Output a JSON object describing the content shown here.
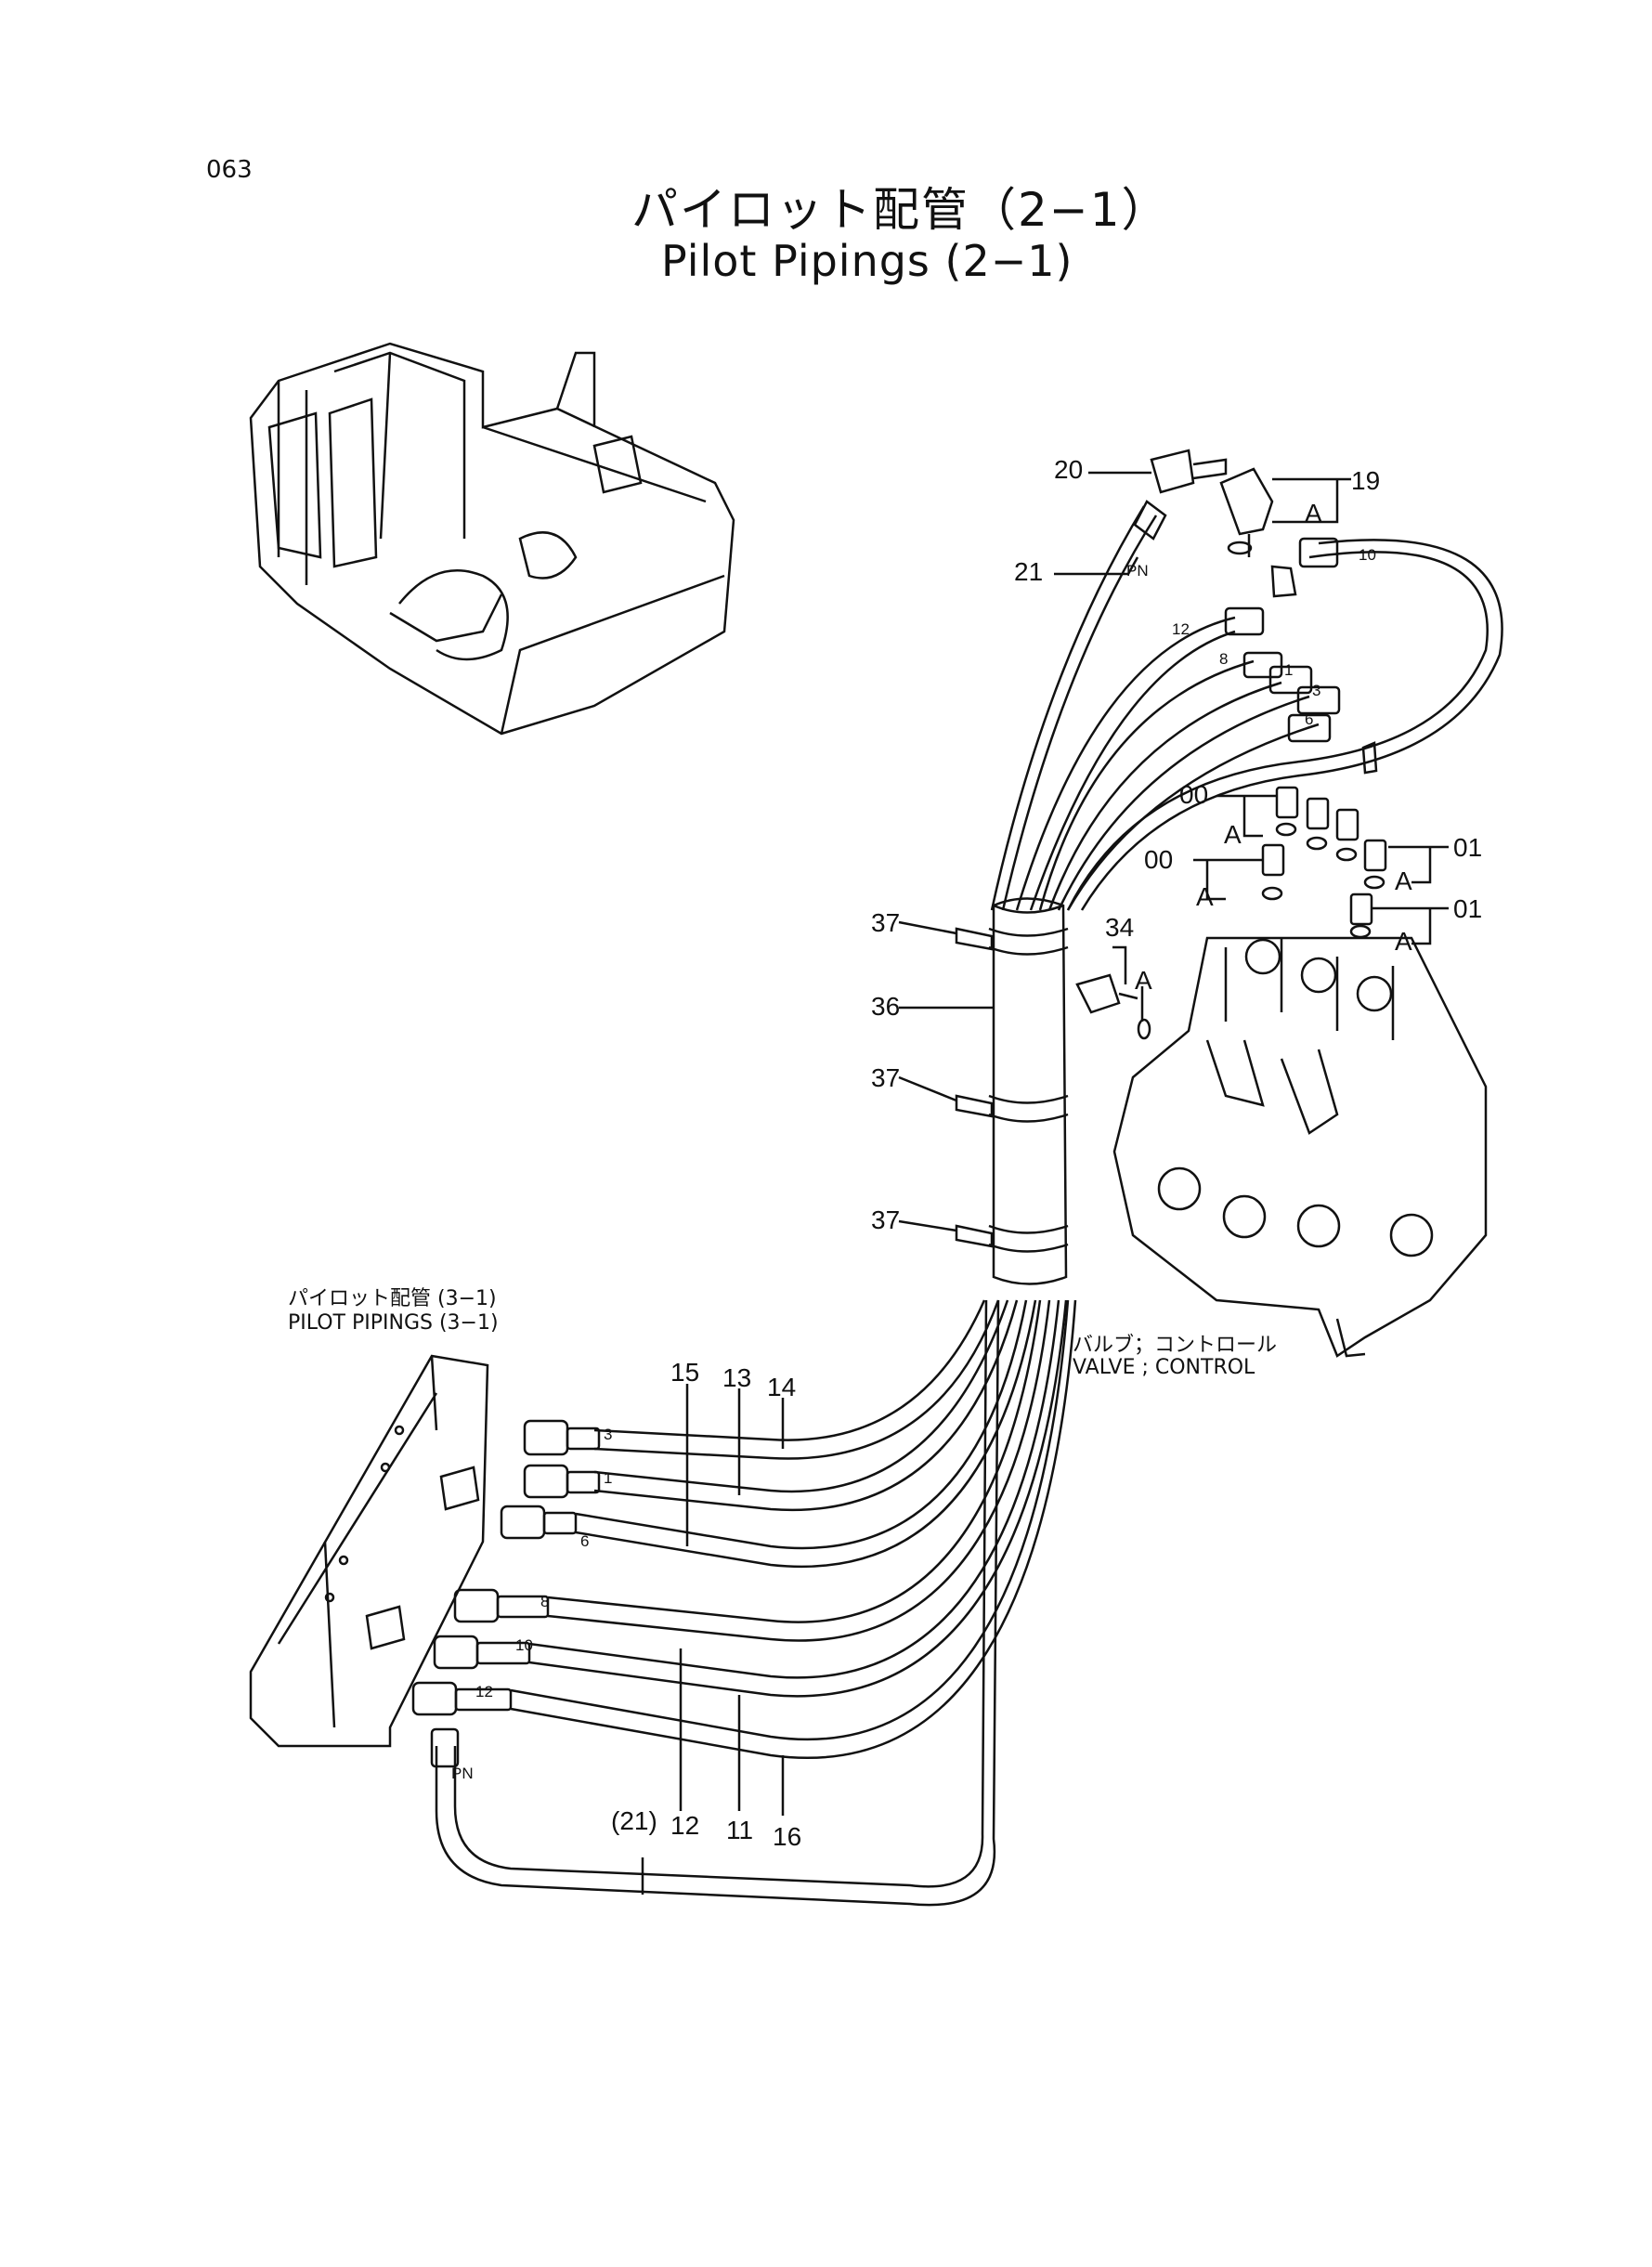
{
  "page": {
    "number": "063",
    "title_jp": "パイロット配管（2−1）",
    "title_en": "Pilot Pipings (2−1)"
  },
  "captions": {
    "ref_jp": "パイロット配管 (3−1)",
    "ref_en": "PILOT PIPINGS (3−1)",
    "valve_jp": "バルブ；コントロール",
    "valve_en": "VALVE ; CONTROL"
  },
  "callouts": {
    "c20": "20",
    "c19": "19",
    "c21": "21",
    "cA1": "A",
    "c10": "10",
    "cPN1": "PN",
    "c12top": "12",
    "c8top": "8",
    "c1top": "1",
    "c3top": "3",
    "c6top": "6",
    "c00a": "00",
    "cA2": "A",
    "c00b": "00",
    "cA3": "A",
    "c01a": "01",
    "cA4": "A",
    "c01b": "01",
    "cA5": "A",
    "c34": "34",
    "cA6": "A",
    "c37a": "37",
    "c36": "36",
    "c37b": "37",
    "c37c": "37",
    "c15": "15",
    "c13": "13",
    "c14": "14",
    "h3": "3",
    "h1": "1",
    "h6": "6",
    "h8": "8",
    "h10": "10",
    "h12": "12",
    "cPN2": "PN",
    "c21b": "(21)",
    "c12b": "12",
    "c11": "11",
    "c16": "16"
  }
}
